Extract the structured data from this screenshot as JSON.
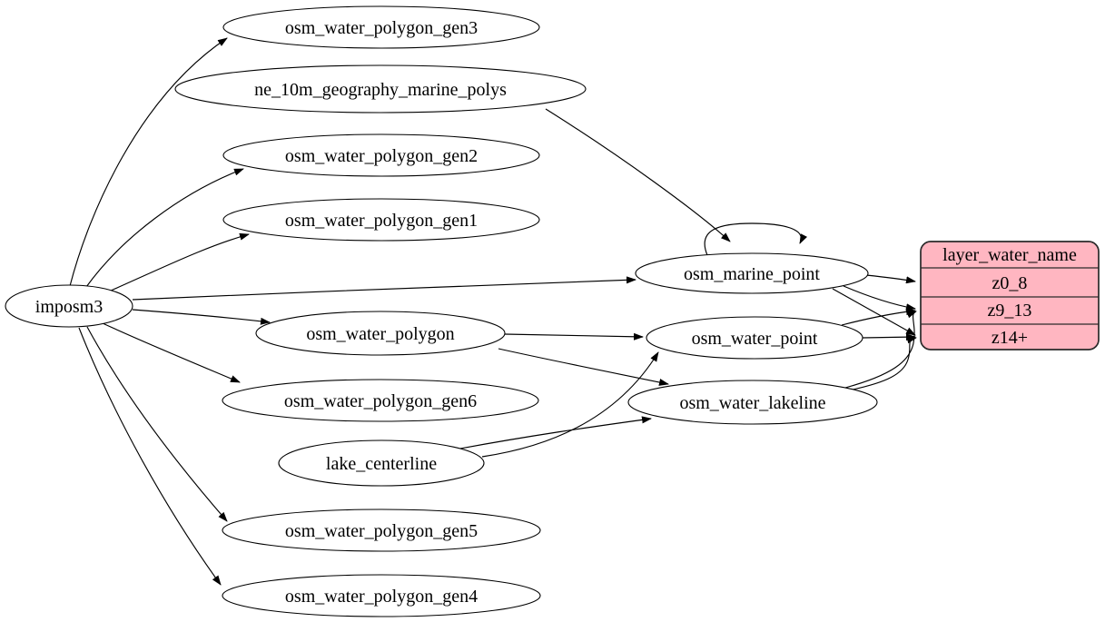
{
  "colors": {
    "background": "#ffffff",
    "node_fill": "#ffffff",
    "node_stroke": "#000000",
    "edge": "#000000",
    "record_fill": "#ffb6c1",
    "record_stroke": "#2a2a2a"
  },
  "nodes": {
    "imposm3": "imposm3",
    "osm_water_polygon_gen3": "osm_water_polygon_gen3",
    "ne_10m_geography_marine_polys": "ne_10m_geography_marine_polys",
    "osm_water_polygon_gen2": "osm_water_polygon_gen2",
    "osm_water_polygon_gen1": "osm_water_polygon_gen1",
    "osm_water_polygon": "osm_water_polygon",
    "osm_water_polygon_gen6": "osm_water_polygon_gen6",
    "lake_centerline": "lake_centerline",
    "osm_water_polygon_gen5": "osm_water_polygon_gen5",
    "osm_water_polygon_gen4": "osm_water_polygon_gen4",
    "osm_marine_point": "osm_marine_point",
    "osm_water_point": "osm_water_point",
    "osm_water_lakeline": "osm_water_lakeline"
  },
  "record": {
    "title": "layer_water_name",
    "rows": [
      "z0_8",
      "z9_13",
      "z14+"
    ]
  },
  "edges": [
    {
      "from": "imposm3",
      "to": "osm_water_polygon_gen3"
    },
    {
      "from": "imposm3",
      "to": "osm_water_polygon_gen2"
    },
    {
      "from": "imposm3",
      "to": "osm_water_polygon_gen1"
    },
    {
      "from": "imposm3",
      "to": "osm_water_polygon"
    },
    {
      "from": "imposm3",
      "to": "osm_marine_point"
    },
    {
      "from": "imposm3",
      "to": "osm_water_polygon_gen6"
    },
    {
      "from": "imposm3",
      "to": "osm_water_polygon_gen5"
    },
    {
      "from": "imposm3",
      "to": "osm_water_polygon_gen4"
    },
    {
      "from": "ne_10m_geography_marine_polys",
      "to": "osm_marine_point"
    },
    {
      "from": "osm_marine_point",
      "to": "osm_marine_point"
    },
    {
      "from": "osm_water_polygon",
      "to": "osm_water_point"
    },
    {
      "from": "osm_water_polygon",
      "to": "osm_water_lakeline"
    },
    {
      "from": "lake_centerline",
      "to": "osm_water_point"
    },
    {
      "from": "lake_centerline",
      "to": "osm_water_lakeline"
    },
    {
      "from": "osm_marine_point",
      "to": "layer_water_name",
      "to_row": "z0_8"
    },
    {
      "from": "osm_marine_point",
      "to": "layer_water_name",
      "to_row": "z9_13"
    },
    {
      "from": "osm_marine_point",
      "to": "layer_water_name",
      "to_row": "z14+"
    },
    {
      "from": "osm_water_point",
      "to": "layer_water_name",
      "to_row": "z9_13"
    },
    {
      "from": "osm_water_point",
      "to": "layer_water_name",
      "to_row": "z14+"
    },
    {
      "from": "osm_water_lakeline",
      "to": "layer_water_name",
      "to_row": "z9_13"
    },
    {
      "from": "osm_water_lakeline",
      "to": "layer_water_name",
      "to_row": "z14+"
    }
  ]
}
